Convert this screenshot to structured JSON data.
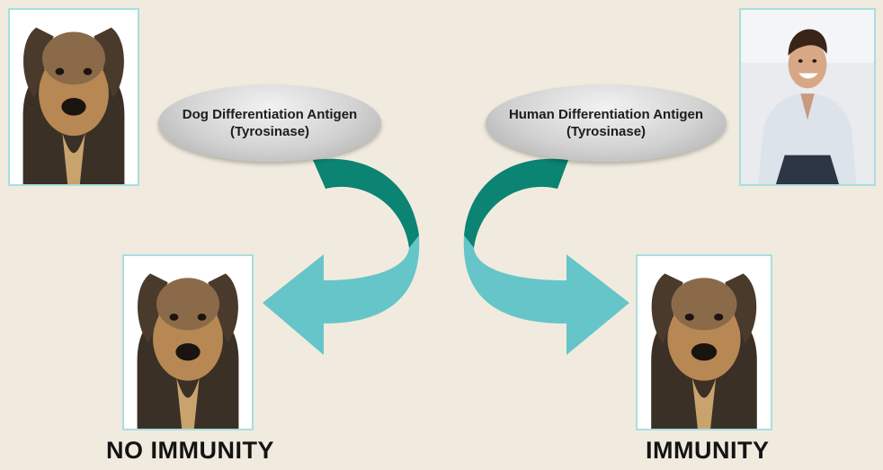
{
  "antigens": {
    "dog": "Dog Differentiation Antigen (Tyrosinase)",
    "human": "Human Differentiation Antigen (Tyrosinase)"
  },
  "outcomes": {
    "left": "NO IMMUNITY",
    "right": "IMMUNITY"
  },
  "colors": {
    "background": "#f1ebdf",
    "arrow_dark": "#0b8473",
    "arrow_light": "#66c5c8",
    "photo_border": "#a9dde0",
    "oval": "#d2d2d2"
  },
  "images": {
    "source_dog": "dog-photo",
    "source_human": "smiling-man-photo",
    "result_left": "dog-photo",
    "result_right": "dog-photo"
  }
}
